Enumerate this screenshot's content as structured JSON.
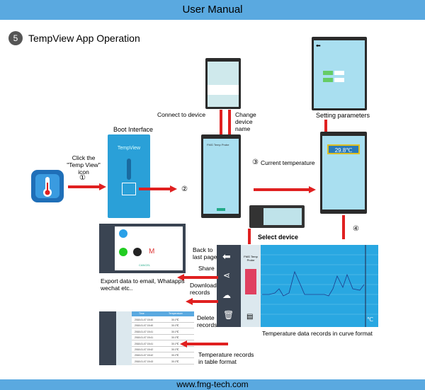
{
  "header": {
    "title": "User Manual"
  },
  "footer": {
    "url": "www.fmg-tech.com"
  },
  "section": {
    "number": "5",
    "title": "TempView App Operation"
  },
  "labels": {
    "click_icon": "Click the\n\"Temp View\"\nicon",
    "step1": "①",
    "step2": "②",
    "step3": "③",
    "step4": "④",
    "boot_interface": "Boot Interface",
    "connect_device": "Connect to device",
    "change_name": "Change\ndevice\nname",
    "setting_params": "Setting parameters",
    "current_temp": "Current temperature",
    "select_device": "Select device",
    "back_last": "Back to\nlast page",
    "share": "Share",
    "download": "Download\nrecords",
    "delete": "Delete\nrecords",
    "export": "Export data to email, Whatapps\nwechat etc..",
    "records_curve": "Temperature data records in curve format",
    "records_table": "Temperature records\nin table format"
  },
  "screens": {
    "boot_title": "TempView",
    "temp_reading": "29.8℃",
    "probe_name": "FMG Temp Probe",
    "celsius": "℃",
    "share_cancel": "CANCEL"
  },
  "table": {
    "headers": [
      "Time",
      "Temperature"
    ],
    "rows": [
      [
        "2018-01-07 15:40",
        "30.1℃"
      ],
      [
        "2018-01-07 15:40",
        "30.1℃"
      ],
      [
        "2018-01-07 15:41",
        "30.1℃"
      ],
      [
        "2018-01-07 15:41",
        "30.1℃"
      ],
      [
        "2018-01-07 15:41",
        "30.1℃"
      ],
      [
        "2018-01-07 15:42",
        "30.1℃"
      ],
      [
        "2018-01-07 15:42",
        "30.1℃"
      ],
      [
        "2018-01-07 15:43",
        "30.1℃"
      ]
    ]
  },
  "colors": {
    "accent": "#5aa9e0",
    "arrow": "#e02020",
    "screen": "#a9dff0",
    "curve_bg": "#29a7e1"
  }
}
